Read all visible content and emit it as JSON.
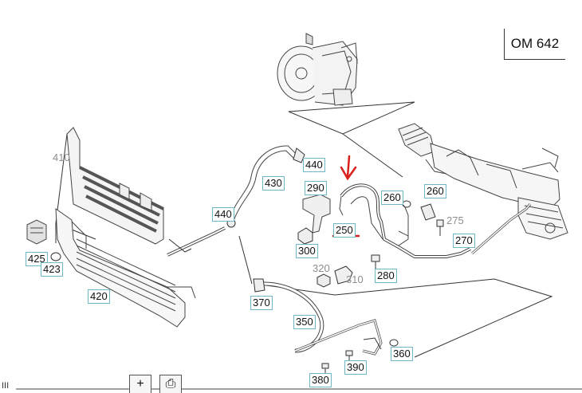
{
  "engine_label": "OM 642",
  "callouts": {
    "c410": "410",
    "c440a": "440",
    "c430": "430",
    "c290": "290",
    "c260a": "260",
    "c260b": "260",
    "c275": "275",
    "c440b": "440",
    "c250": "250",
    "c270": "270",
    "c425": "425",
    "c423": "423",
    "c300": "300",
    "c320": "320",
    "c310": "310",
    "c280": "280",
    "c420": "420",
    "c370": "370",
    "c350": "350",
    "c360": "360",
    "c390": "390",
    "c380": "380"
  },
  "toolbar": {
    "add_label": "+",
    "print_label": "⎙",
    "scroll_label": "III"
  },
  "colors": {
    "callout_border": "#6fb7c6",
    "annotation_red": "#d9201c",
    "line": "#333333"
  }
}
